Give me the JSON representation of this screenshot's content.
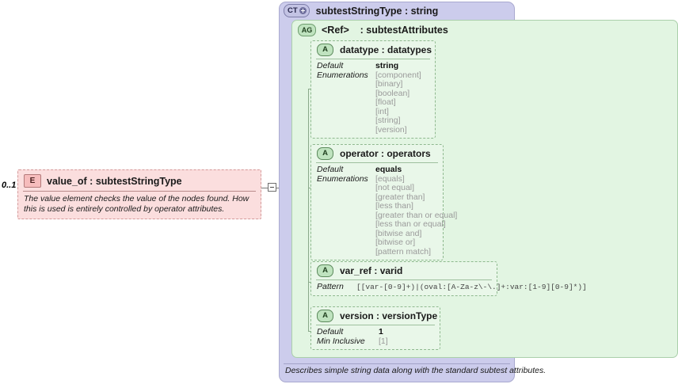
{
  "element": {
    "cardinality": "0..1",
    "badge": "E",
    "title": "value_of : subtestStringType",
    "description": "The value element checks the value of the nodes found.  How this is used is entirely controlled by operator attributes."
  },
  "complex_type": {
    "badge": "CT",
    "title": "subtestStringType : string",
    "footer": "Describes simple string data along with the standard subtest attributes."
  },
  "attribute_group": {
    "badge": "AG",
    "ref_label": "<Ref>",
    "title": ": subtestAttributes"
  },
  "attributes": [
    {
      "badge": "A",
      "name": "datatype",
      "type": ": datatypes",
      "title": "datatype : datatypes",
      "facets": [
        {
          "label": "Default",
          "values": [
            {
              "text": "string",
              "kind": "default"
            }
          ]
        },
        {
          "label": "Enumerations",
          "values": [
            {
              "text": "[component]",
              "kind": "enum"
            },
            {
              "text": "[binary]",
              "kind": "enum"
            },
            {
              "text": "[boolean]",
              "kind": "enum"
            },
            {
              "text": "[float]",
              "kind": "enum"
            },
            {
              "text": "[int]",
              "kind": "enum"
            },
            {
              "text": "[string]",
              "kind": "enum"
            },
            {
              "text": "[version]",
              "kind": "enum"
            }
          ]
        }
      ]
    },
    {
      "badge": "A",
      "name": "operator",
      "type": ": operators",
      "title": "operator : operators",
      "facets": [
        {
          "label": "Default",
          "values": [
            {
              "text": "equals",
              "kind": "default"
            }
          ]
        },
        {
          "label": "Enumerations",
          "values": [
            {
              "text": "[equals]",
              "kind": "enum"
            },
            {
              "text": "[not equal]",
              "kind": "enum"
            },
            {
              "text": "[greater than]",
              "kind": "enum"
            },
            {
              "text": "[less than]",
              "kind": "enum"
            },
            {
              "text": "[greater than or equal]",
              "kind": "enum"
            },
            {
              "text": "[less than or equal]",
              "kind": "enum"
            },
            {
              "text": "[bitwise and]",
              "kind": "enum"
            },
            {
              "text": "[bitwise or]",
              "kind": "enum"
            },
            {
              "text": "[pattern match]",
              "kind": "enum"
            }
          ]
        }
      ]
    },
    {
      "badge": "A",
      "name": "var_ref",
      "type": ": varid",
      "title": "var_ref    : varid",
      "facets": [
        {
          "label": "Pattern",
          "pattern": "[[var-[0-9]+)|(oval:[A-Za-z\\-\\.]+:var:[1-9][0-9]*)]"
        }
      ]
    },
    {
      "badge": "A",
      "name": "version",
      "type": ": versionType",
      "title": "version   : versionType",
      "facets": [
        {
          "label": "Default",
          "values": [
            {
              "text": "1",
              "kind": "default"
            }
          ]
        },
        {
          "label": "Min Inclusive",
          "values": [
            {
              "text": "[1]",
              "kind": "enum"
            }
          ]
        }
      ]
    }
  ],
  "colors": {
    "element_fill": "#fbdede",
    "element_border": "#d49a9a",
    "complex_type_fill": "#ccccec",
    "attr_group_fill": "#e2f5e2",
    "attribute_fill": "#e9f7e9"
  }
}
